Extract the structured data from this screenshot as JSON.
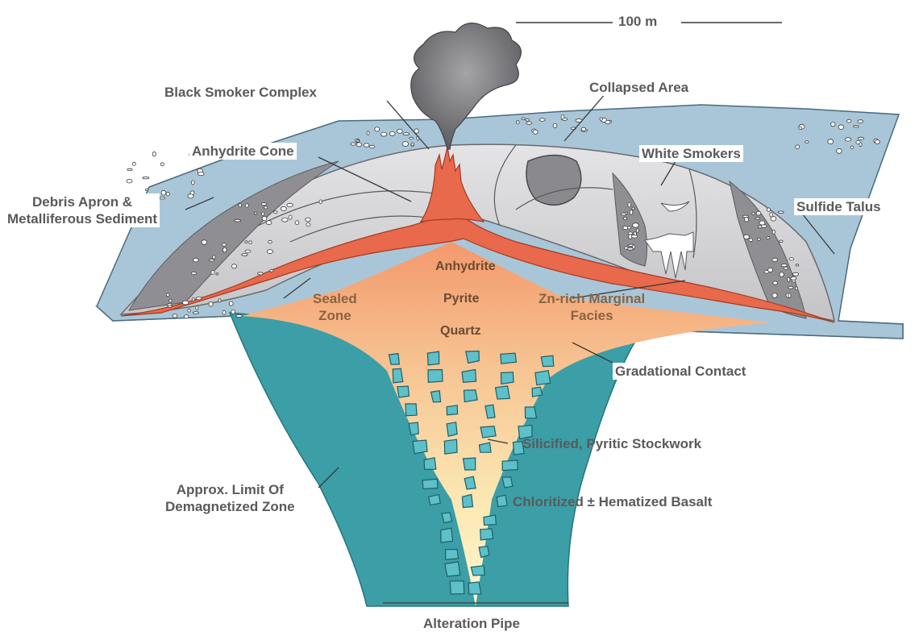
{
  "scale": {
    "label": "100 m"
  },
  "labels": {
    "black_smoker_complex": "Black Smoker Complex",
    "collapsed_area": "Collapsed Area",
    "anhydrite_cone": "Anhydrite Cone",
    "white_smokers": "White Smokers",
    "debris_apron_line1": "Debris Apron &",
    "debris_apron_line2": "Metalliferous Sediment",
    "sulfide_talus": "Sulfide Talus",
    "anhydrite": "Anhydrite",
    "pyrite": "Pyrite",
    "quartz": "Quartz",
    "sealed_zone_line1": "Sealed",
    "sealed_zone_line2": "Zone",
    "zn_rich_line1": "Zn-rich Marginal",
    "zn_rich_line2": "Facies",
    "gradational_contact": "Gradational Contact",
    "silicified_stockwork": "Silicified, Pyritic Stockwork",
    "approx_limit_line1": "Approx. Limit Of",
    "approx_limit_line2": "Demagnetized Zone",
    "chloritized_basalt": "Chloritized ± Hematized Basalt",
    "alteration_pipe": "Alteration Pipe"
  },
  "colors": {
    "seafloor": "#a9c6d8",
    "mound": "#cfcfd1",
    "debris": "#8f8f93",
    "red_zone": "#e8694b",
    "core_top": "#f4a77a",
    "core_bottom": "#fff3c2",
    "pipe_outer": "#3c9ea6",
    "stockwork": "#5ec0c8",
    "smoke": "#7c7c80",
    "label_text": "#5a5a5a"
  }
}
